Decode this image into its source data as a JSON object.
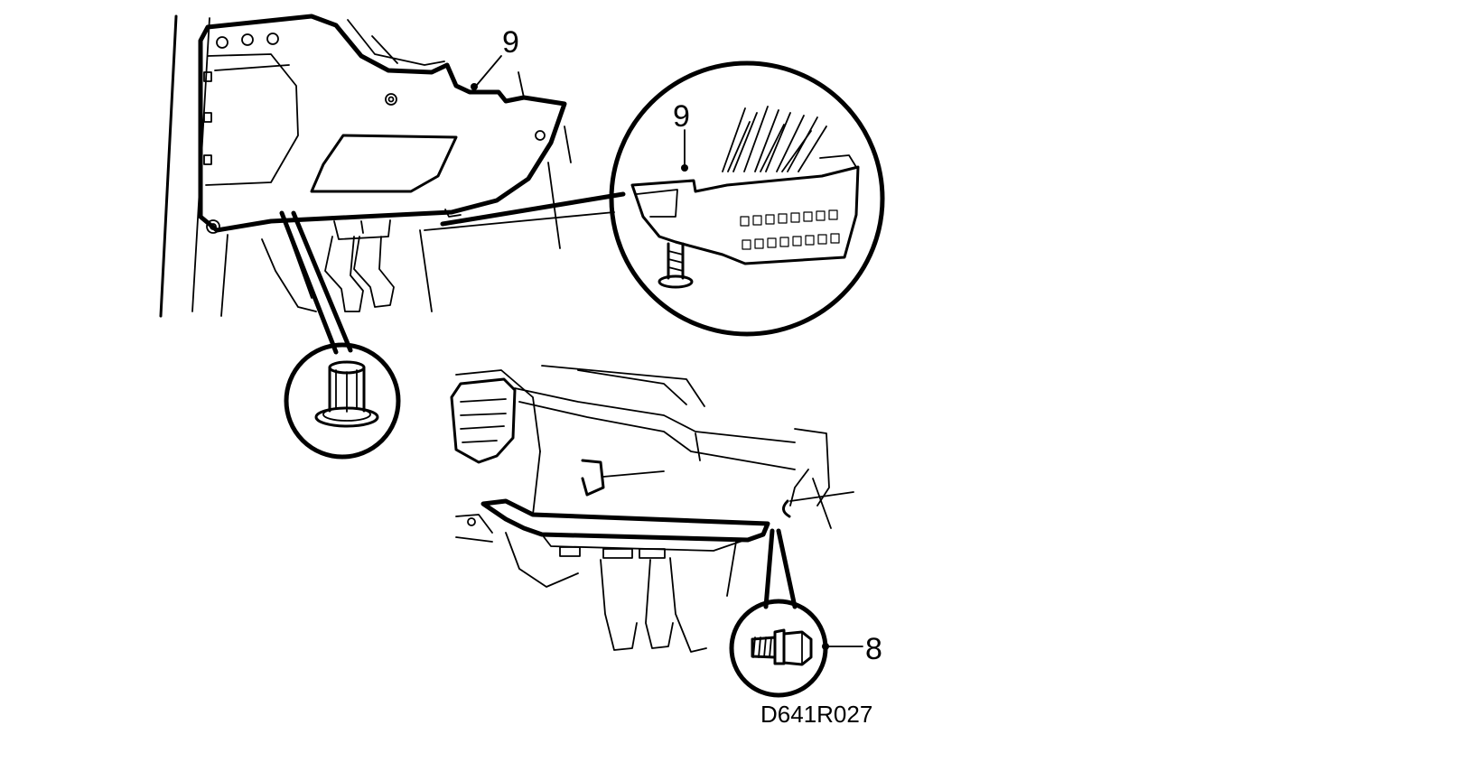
{
  "callouts": {
    "upper_panel_number": "9",
    "connector_detail_number": "9",
    "bolt_detail_number": "8"
  },
  "figure_code": "D641R027",
  "colors": {
    "ink": "#000000",
    "background": "#ffffff"
  }
}
